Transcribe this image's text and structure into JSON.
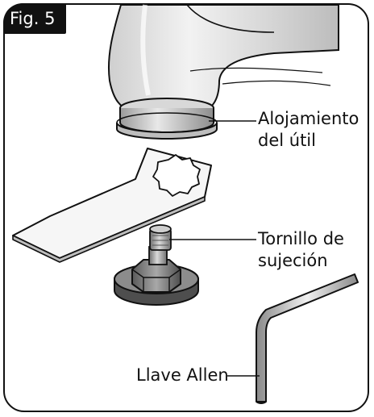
{
  "figure": {
    "label": "Fig. 5"
  },
  "callouts": {
    "tool_holder": {
      "line1": "Alojamiento",
      "line2": "del útil"
    },
    "clamping_screw": {
      "line1": "Tornillo de",
      "line2": "sujeción"
    },
    "allen_key": {
      "label": "Llave Allen"
    }
  }
}
